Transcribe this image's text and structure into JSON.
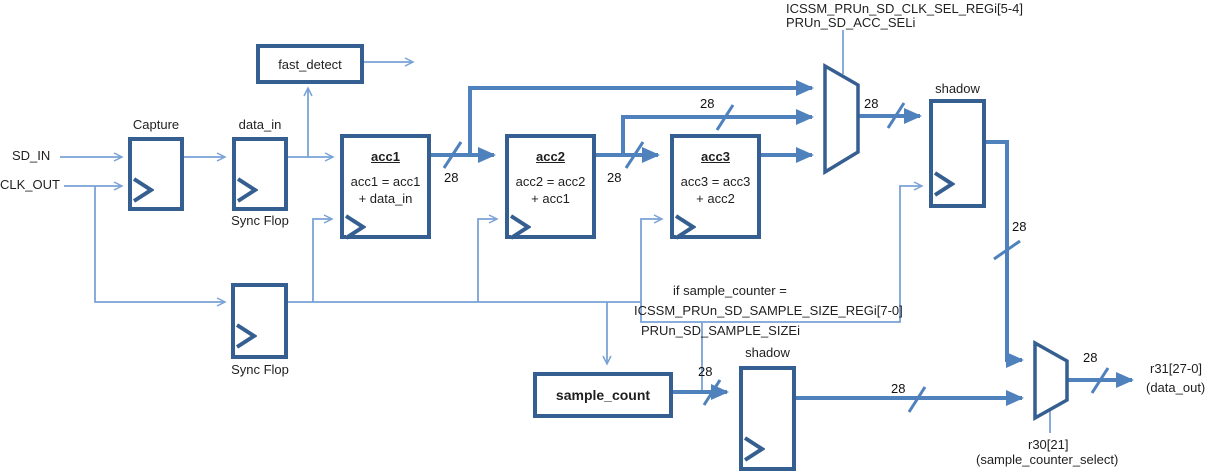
{
  "colors": {
    "box_border": "#365f91",
    "thick_wire": "#4f81bd",
    "thin_wire": "#7aa2d6",
    "text": "#1f1f1f"
  },
  "inputs": {
    "sd_in": "SD_IN",
    "clk_out": "CLK_OUT"
  },
  "blocks": {
    "capture": {
      "label": "Capture"
    },
    "data_in_flop": {
      "label": "data_in",
      "sublabel": "Sync Flop"
    },
    "clk_sync_flop": {
      "sublabel": "Sync Flop"
    },
    "fast_detect": {
      "label": "fast_detect"
    },
    "acc1": {
      "title": "acc1",
      "eq_line1": "acc1 = acc1",
      "eq_line2": "+ data_in"
    },
    "acc2": {
      "title": "acc2",
      "eq_line1": "acc2 = acc2",
      "eq_line2": "+ acc1"
    },
    "acc3": {
      "title": "acc3",
      "eq_line1": "acc3 = acc3",
      "eq_line2": "+ acc2"
    },
    "sample_count": {
      "label": "sample_count"
    },
    "shadow_top": {
      "label": "shadow"
    },
    "shadow_bottom": {
      "label": "shadow"
    }
  },
  "acc_mux_select": {
    "line1": "ICSSM_PRUn_SD_CLK_SEL_REGi[5-4]",
    "line2": "PRUn_SD_ACC_SELi"
  },
  "sample_condition": {
    "line1": "if sample_counter =",
    "line2": "ICSSM_PRUn_SD_SAMPLE_SIZE_REGi[7-0]",
    "line3": "PRUn_SD_SAMPLE_SIZEi"
  },
  "outputs": {
    "data_out_reg": "r31[27-0]",
    "data_out_name": "(data_out)",
    "select_reg": "r30[21]",
    "select_name": "(sample_counter_select)"
  },
  "bus": {
    "width": "28"
  }
}
